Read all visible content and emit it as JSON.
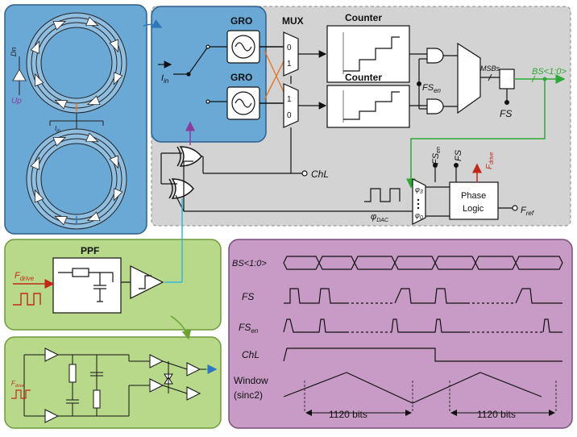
{
  "labels": {
    "gro_top": "GRO",
    "gro_bottom": "GRO",
    "mux": "MUX",
    "mux_top_in0": "0",
    "mux_top_in1": "1",
    "mux_bot_in1": "1",
    "mux_bot_in0": "0",
    "counter_top": "Counter",
    "counter_bottom": "Counter",
    "fs_en_main": "FS",
    "fs_en_main_sub": "en",
    "msbs": "MSBs",
    "bs_out": "BS<1:0>",
    "fs_latch": "FS",
    "iin": "I",
    "iin_sub": "in",
    "chl": "ChL",
    "phi_dac": "φ",
    "phi_dac_sub": "DAC",
    "phi3": "φ",
    "phi3_sub": "3",
    "phi0": "φ",
    "phi0_sub": "0",
    "fs_en_pl": "FS",
    "fs_en_pl_sub": "en",
    "fs_pl": "FS",
    "fdrive_pl": "F",
    "fdrive_pl_sub": "drive",
    "phase_logic_1": "Phase",
    "phase_logic_2": "Logic",
    "fref": "F",
    "fref_sub": "ref",
    "ppf": "PPF",
    "fdrive_ppf": "F",
    "fdrive_ppf_sub": "drive",
    "fin_small": "F",
    "fin_small_sub": "drive",
    "up_label": "Up",
    "dn_label": "Dn"
  },
  "timing": {
    "signals": [
      "BS<1:0>",
      "FS",
      "FS",
      "ChL",
      "Window",
      "(sinc2)"
    ],
    "fs_en_sub": "en",
    "interval_1": "1120 bits",
    "interval_2": "1120 bits"
  },
  "colors": {
    "blue_panel": "#6aa8d6",
    "gray_panel": "#d3d3d3",
    "green_panel": "#b9d98a",
    "purple_panel": "#c79bc6",
    "green_signal": "#2ea836",
    "purple_signal": "#8a3aa0",
    "cyan_signal": "#35b6e3",
    "red_signal": "#c0281c",
    "orange_wire": "#e07a2e"
  }
}
